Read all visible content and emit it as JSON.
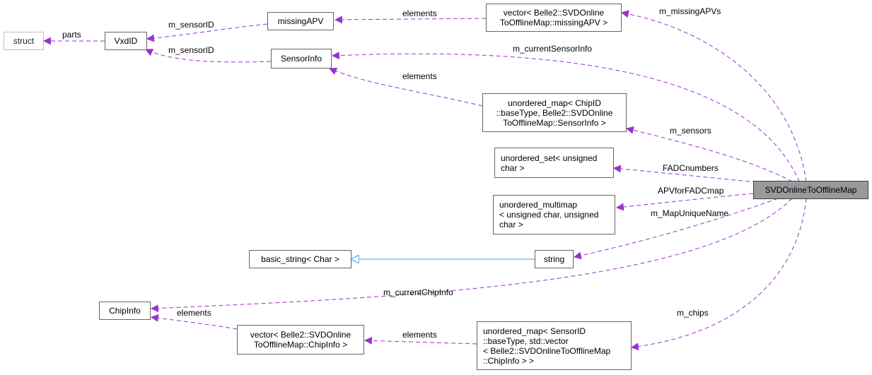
{
  "diagram": {
    "nodes": {
      "struct": {
        "lines": [
          "struct"
        ]
      },
      "vxdid": {
        "lines": [
          "VxdID"
        ]
      },
      "missingapv": {
        "lines": [
          "missingAPV"
        ]
      },
      "vector_missing": {
        "lines": [
          "vector< Belle2::SVDOnline",
          "ToOfflineMap::missingAPV >"
        ]
      },
      "sensorinfo": {
        "lines": [
          "SensorInfo"
        ]
      },
      "umap_chipid": {
        "lines": [
          "unordered_map< ChipID",
          "::baseType, Belle2::SVDOnline",
          "ToOfflineMap::SensorInfo >"
        ]
      },
      "uset": {
        "lines": [
          "unordered_set< unsigned",
          "char >"
        ]
      },
      "umultimap": {
        "lines": [
          "unordered_multimap",
          "< unsigned char, unsigned",
          "char >"
        ]
      },
      "basic_string": {
        "lines": [
          "basic_string< Char >"
        ]
      },
      "string": {
        "lines": [
          "string"
        ]
      },
      "chipinfo": {
        "lines": [
          "ChipInfo"
        ]
      },
      "vector_chip": {
        "lines": [
          "vector< Belle2::SVDOnline",
          "ToOfflineMap::ChipInfo >"
        ]
      },
      "umap_sensorid": {
        "lines": [
          "unordered_map< SensorID",
          "::baseType, std::vector",
          "< Belle2::SVDOnlineToOfflineMap",
          "::ChipInfo > >"
        ]
      },
      "main": {
        "lines": [
          "SVDOnlineToOfflineMap"
        ]
      }
    },
    "edge_labels": {
      "parts": "parts",
      "m_sensorID_1": "m_sensorID",
      "m_sensorID_2": "m_sensorID",
      "elements_missing": "elements",
      "m_missingAPVs": "m_missingAPVs",
      "m_currentSensorInfo": "m_currentSensorInfo",
      "elements_sensor": "elements",
      "m_sensors": "m_sensors",
      "FADCnumbers": "FADCnumbers",
      "APVforFADCmap": "APVforFADCmap",
      "m_MapUniqueName": "m_MapUniqueName",
      "m_currentChipInfo": "m_currentChipInfo",
      "elements_chip_left": "elements",
      "elements_chip_right": "elements",
      "m_chips": "m_chips"
    },
    "colors": {
      "usage_edge": "#9a32cd",
      "inherit_edge": "#63b8ff",
      "node_border": "#666666",
      "main_fill": "#999999"
    }
  }
}
